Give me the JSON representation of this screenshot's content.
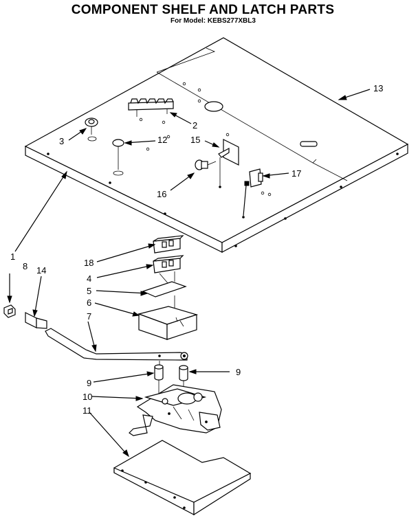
{
  "header": {
    "title": "COMPONENT SHELF AND LATCH PARTS",
    "subtitle": "For Model: KEBS277XBL3"
  },
  "callouts": [
    {
      "id": "13",
      "label": "13"
    },
    {
      "id": "2",
      "label": "2"
    },
    {
      "id": "3",
      "label": "3"
    },
    {
      "id": "12",
      "label": "12"
    },
    {
      "id": "15",
      "label": "15"
    },
    {
      "id": "16",
      "label": "16"
    },
    {
      "id": "17",
      "label": "17"
    },
    {
      "id": "1",
      "label": "1"
    },
    {
      "id": "8",
      "label": "8"
    },
    {
      "id": "14",
      "label": "14"
    },
    {
      "id": "18",
      "label": "18"
    },
    {
      "id": "4",
      "label": "4"
    },
    {
      "id": "5",
      "label": "5"
    },
    {
      "id": "6",
      "label": "6"
    },
    {
      "id": "7",
      "label": "7"
    },
    {
      "id": "9a",
      "label": "9"
    },
    {
      "id": "9b",
      "label": "9"
    },
    {
      "id": "10",
      "label": "10"
    },
    {
      "id": "11",
      "label": "11"
    }
  ]
}
